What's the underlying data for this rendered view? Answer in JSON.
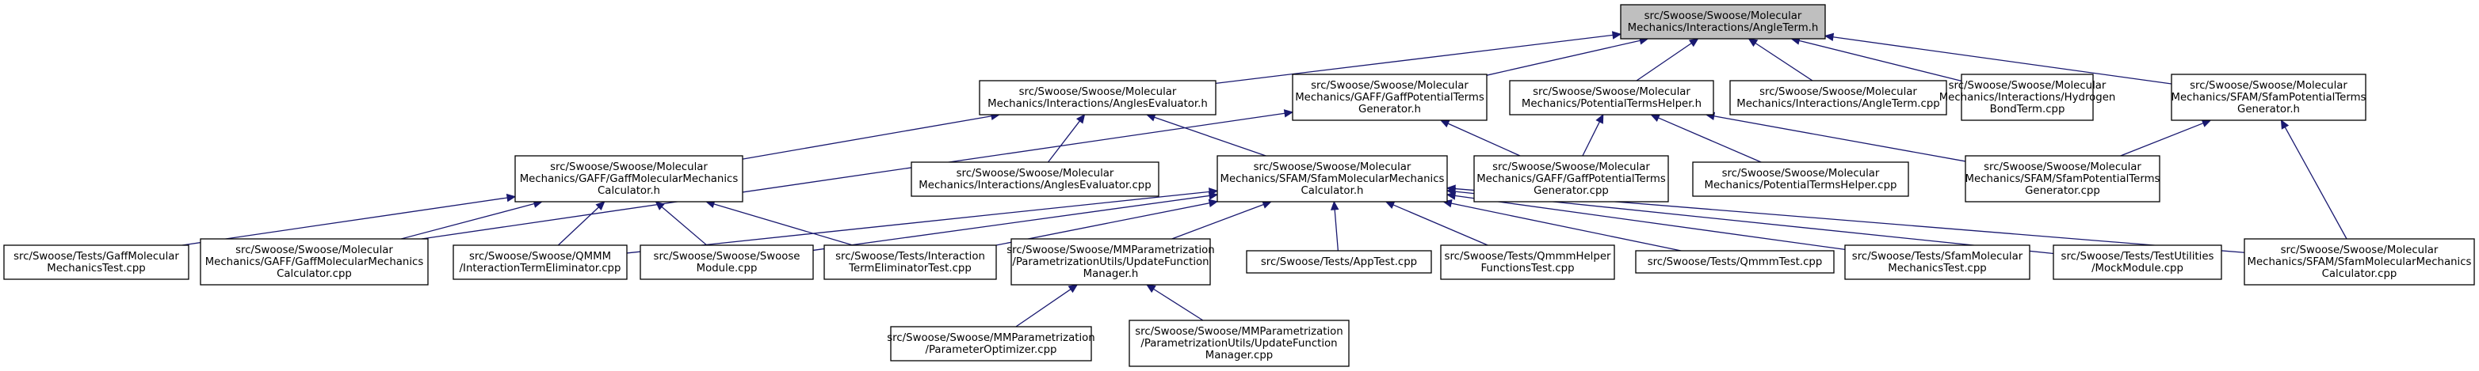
{
  "graph": {
    "root": "angleterm_h",
    "nodes": [
      {
        "id": "angleterm_h",
        "lines": [
          "src/Swoose/Swoose/Molecular",
          "Mechanics/Interactions/AngleTerm.h"
        ]
      },
      {
        "id": "angles_evaluator_h",
        "lines": [
          "src/Swoose/Swoose/Molecular",
          "Mechanics/Interactions/AnglesEvaluator.h"
        ]
      },
      {
        "id": "gaff_potential_terms_generator_h",
        "lines": [
          "src/Swoose/Swoose/Molecular",
          "Mechanics/GAFF/GaffPotentialTerms",
          "Generator.h"
        ]
      },
      {
        "id": "potential_terms_helper_h",
        "lines": [
          "src/Swoose/Swoose/Molecular",
          "Mechanics/PotentialTermsHelper.h"
        ]
      },
      {
        "id": "angleterm_cpp",
        "lines": [
          "src/Swoose/Swoose/Molecular",
          "Mechanics/Interactions/AngleTerm.cpp"
        ]
      },
      {
        "id": "hydrogen_bond_term_cpp",
        "lines": [
          "src/Swoose/Swoose/Molecular",
          "Mechanics/Interactions/Hydrogen",
          "BondTerm.cpp"
        ]
      },
      {
        "id": "sfam_potential_terms_generator_h",
        "lines": [
          "src/Swoose/Swoose/Molecular",
          "Mechanics/SFAM/SfamPotentialTerms",
          "Generator.h"
        ]
      },
      {
        "id": "gaff_mm_calculator_h",
        "lines": [
          "src/Swoose/Swoose/Molecular",
          "Mechanics/GAFF/GaffMolecularMechanics",
          "Calculator.h"
        ]
      },
      {
        "id": "angles_evaluator_cpp",
        "lines": [
          "src/Swoose/Swoose/Molecular",
          "Mechanics/Interactions/AnglesEvaluator.cpp"
        ]
      },
      {
        "id": "sfam_mm_calculator_h",
        "lines": [
          "src/Swoose/Swoose/Molecular",
          "Mechanics/SFAM/SfamMolecularMechanics",
          "Calculator.h"
        ]
      },
      {
        "id": "gaff_potential_terms_generator_cpp",
        "lines": [
          "src/Swoose/Swoose/Molecular",
          "Mechanics/GAFF/GaffPotentialTerms",
          "Generator.cpp"
        ]
      },
      {
        "id": "potential_terms_helper_cpp",
        "lines": [
          "src/Swoose/Swoose/Molecular",
          "Mechanics/PotentialTermsHelper.cpp"
        ]
      },
      {
        "id": "sfam_potential_terms_generator_cpp",
        "lines": [
          "src/Swoose/Swoose/Molecular",
          "Mechanics/SFAM/SfamPotentialTerms",
          "Generator.cpp"
        ]
      },
      {
        "id": "gaff_mm_test_cpp",
        "lines": [
          "src/Swoose/Tests/GaffMolecular",
          "MechanicsTest.cpp"
        ]
      },
      {
        "id": "gaff_mm_calculator_cpp",
        "lines": [
          "src/Swoose/Swoose/Molecular",
          "Mechanics/GAFF/GaffMolecularMechanics",
          "Calculator.cpp"
        ]
      },
      {
        "id": "interaction_term_eliminator_cpp",
        "lines": [
          "src/Swoose/Swoose/QMMM",
          "/InteractionTermEliminator.cpp"
        ]
      },
      {
        "id": "swoose_module_cpp",
        "lines": [
          "src/Swoose/Swoose/Swoose",
          "Module.cpp"
        ]
      },
      {
        "id": "interaction_term_eliminator_test_cpp",
        "lines": [
          "src/Swoose/Tests/Interaction",
          "TermEliminatorTest.cpp"
        ]
      },
      {
        "id": "update_function_manager_h",
        "lines": [
          "src/Swoose/Swoose/MMParametrization",
          "/ParametrizationUtils/UpdateFunction",
          "Manager.h"
        ]
      },
      {
        "id": "app_test_cpp",
        "lines": [
          "src/Swoose/Tests/AppTest.cpp"
        ]
      },
      {
        "id": "qmmm_helper_functions_test_cpp",
        "lines": [
          "src/Swoose/Tests/QmmmHelper",
          "FunctionsTest.cpp"
        ]
      },
      {
        "id": "qmmm_test_cpp",
        "lines": [
          "src/Swoose/Tests/QmmmTest.cpp"
        ]
      },
      {
        "id": "sfam_mm_test_cpp",
        "lines": [
          "src/Swoose/Tests/SfamMolecular",
          "MechanicsTest.cpp"
        ]
      },
      {
        "id": "mock_module_cpp",
        "lines": [
          "src/Swoose/Tests/TestUtilities",
          "/MockModule.cpp"
        ]
      },
      {
        "id": "sfam_mm_calculator_cpp",
        "lines": [
          "src/Swoose/Swoose/Molecular",
          "Mechanics/SFAM/SfamMolecularMechanics",
          "Calculator.cpp"
        ]
      },
      {
        "id": "parameter_optimizer_cpp",
        "lines": [
          "src/Swoose/Swoose/MMParametrization",
          "/ParameterOptimizer.cpp"
        ]
      },
      {
        "id": "update_function_manager_cpp",
        "lines": [
          "src/Swoose/Swoose/MMParametrization",
          "/ParametrizationUtils/UpdateFunction",
          "Manager.cpp"
        ]
      }
    ],
    "edges": [
      [
        "angles_evaluator_h",
        "angleterm_h"
      ],
      [
        "gaff_potential_terms_generator_h",
        "angleterm_h"
      ],
      [
        "potential_terms_helper_h",
        "angleterm_h"
      ],
      [
        "angleterm_cpp",
        "angleterm_h"
      ],
      [
        "hydrogen_bond_term_cpp",
        "angleterm_h"
      ],
      [
        "sfam_potential_terms_generator_h",
        "angleterm_h"
      ],
      [
        "gaff_mm_calculator_h",
        "angles_evaluator_h"
      ],
      [
        "angles_evaluator_cpp",
        "angles_evaluator_h"
      ],
      [
        "sfam_mm_calculator_h",
        "angles_evaluator_h"
      ],
      [
        "gaff_potential_terms_generator_cpp",
        "gaff_potential_terms_generator_h"
      ],
      [
        "gaff_potential_terms_generator_cpp",
        "potential_terms_helper_h"
      ],
      [
        "potential_terms_helper_cpp",
        "potential_terms_helper_h"
      ],
      [
        "sfam_potential_terms_generator_cpp",
        "potential_terms_helper_h"
      ],
      [
        "sfam_potential_terms_generator_cpp",
        "sfam_potential_terms_generator_h"
      ],
      [
        "sfam_mm_calculator_cpp",
        "sfam_potential_terms_generator_h"
      ],
      [
        "gaff_mm_test_cpp",
        "gaff_mm_calculator_h"
      ],
      [
        "gaff_mm_calculator_cpp",
        "gaff_mm_calculator_h"
      ],
      [
        "interaction_term_eliminator_cpp",
        "gaff_mm_calculator_h"
      ],
      [
        "swoose_module_cpp",
        "gaff_mm_calculator_h"
      ],
      [
        "interaction_term_eliminator_test_cpp",
        "gaff_mm_calculator_h"
      ],
      [
        "gaff_mm_calculator_cpp",
        "gaff_potential_terms_generator_h"
      ],
      [
        "interaction_term_eliminator_cpp",
        "sfam_mm_calculator_h"
      ],
      [
        "swoose_module_cpp",
        "sfam_mm_calculator_h"
      ],
      [
        "interaction_term_eliminator_test_cpp",
        "sfam_mm_calculator_h"
      ],
      [
        "update_function_manager_h",
        "sfam_mm_calculator_h"
      ],
      [
        "app_test_cpp",
        "sfam_mm_calculator_h"
      ],
      [
        "qmmm_helper_functions_test_cpp",
        "sfam_mm_calculator_h"
      ],
      [
        "qmmm_test_cpp",
        "sfam_mm_calculator_h"
      ],
      [
        "sfam_mm_test_cpp",
        "sfam_mm_calculator_h"
      ],
      [
        "mock_module_cpp",
        "sfam_mm_calculator_h"
      ],
      [
        "sfam_mm_calculator_cpp",
        "sfam_mm_calculator_h"
      ],
      [
        "parameter_optimizer_cpp",
        "update_function_manager_h"
      ],
      [
        "update_function_manager_cpp",
        "update_function_manager_h"
      ]
    ]
  },
  "colors": {
    "edge": "#191970",
    "node_border": "#000000",
    "node_fill": "#ffffff",
    "root_fill": "#bfbfbf"
  }
}
